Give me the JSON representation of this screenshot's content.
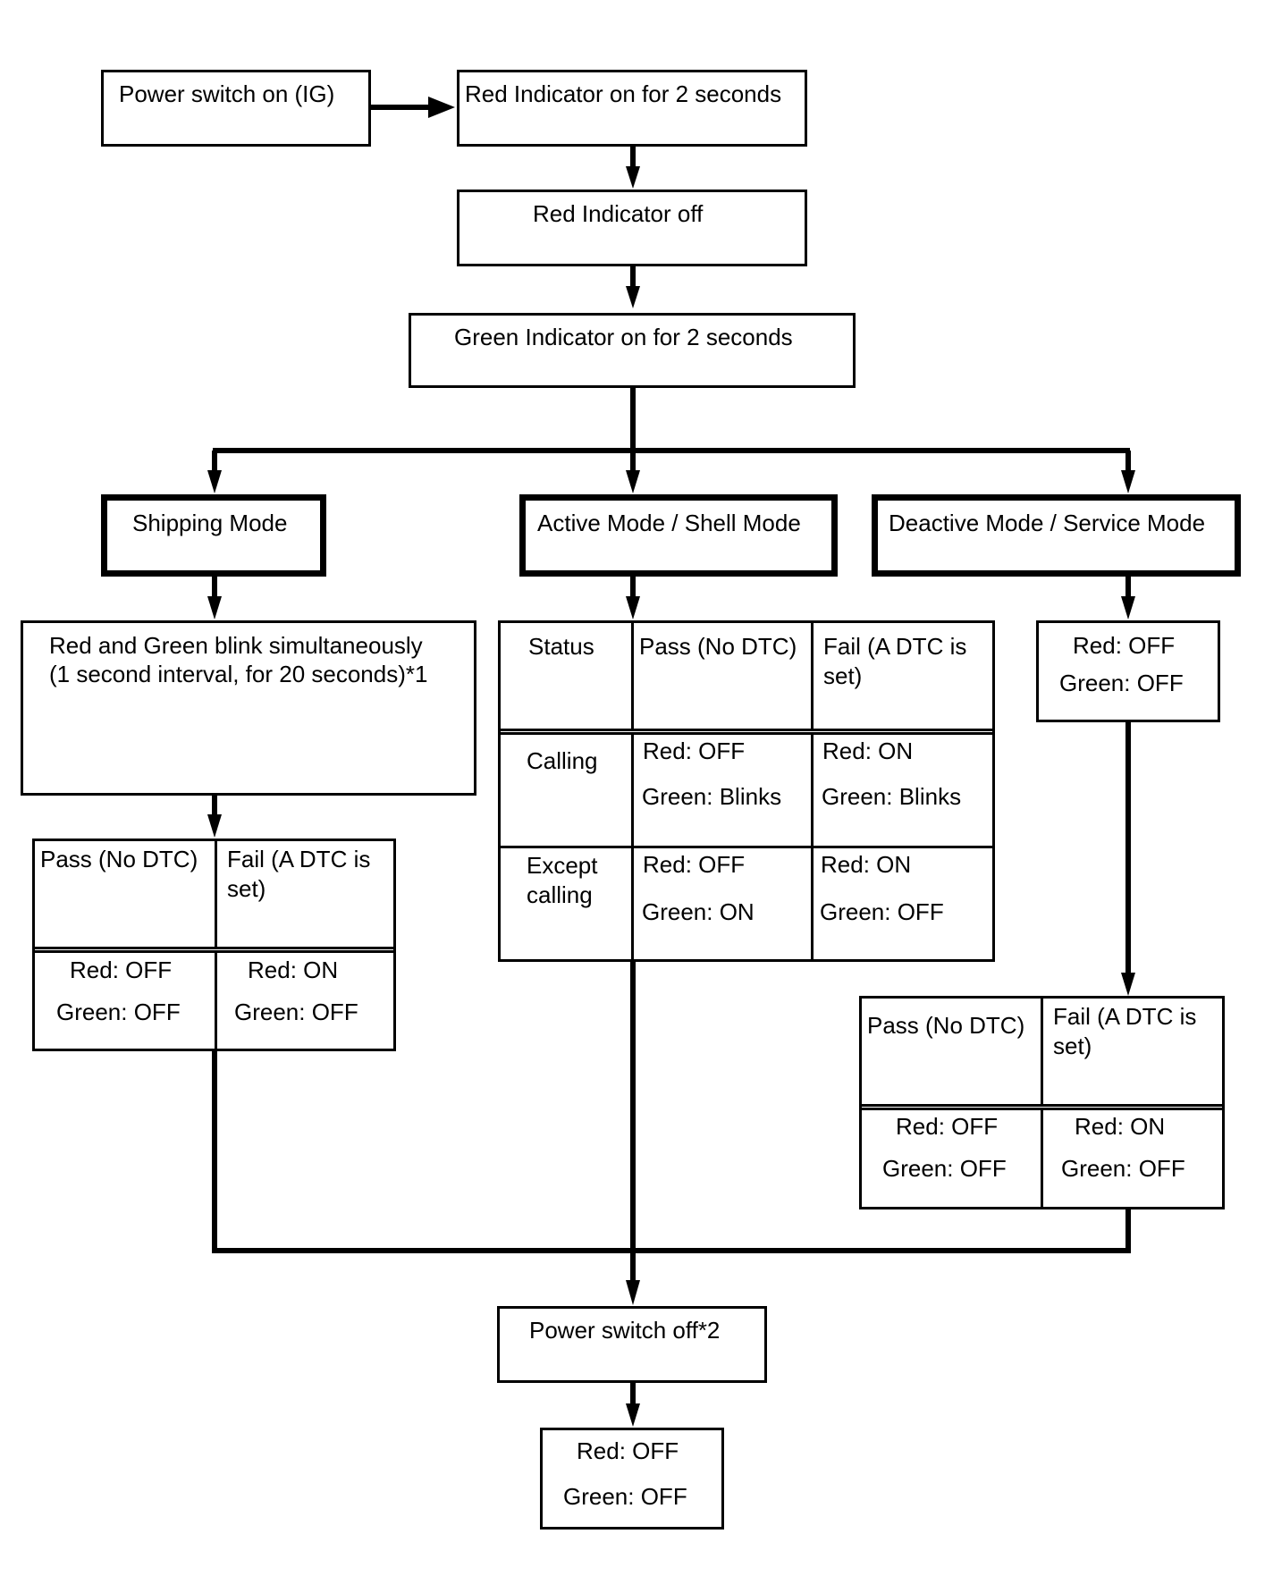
{
  "flow": {
    "power_on": "Power switch on (IG)",
    "red_on": "Red Indicator on for 2 seconds",
    "red_off": "Red Indicator off",
    "green_on": "Green Indicator on for 2 seconds"
  },
  "modes": {
    "shipping": "Shipping Mode",
    "active": "Active Mode / Shell Mode",
    "deactive": "Deactive Mode / Service Mode"
  },
  "shipping": {
    "blink_line1": "Red and Green blink simultaneously",
    "blink_line2": "(1 second interval, for 20 seconds)*1",
    "table": {
      "pass_header": "Pass (No DTC)",
      "fail_header": "Fail (A DTC is set)",
      "pass_red": "Red: OFF",
      "pass_green": "Green: OFF",
      "fail_red": "Red: ON",
      "fail_green": "Green: OFF"
    }
  },
  "active": {
    "table": {
      "status_header": "Status",
      "pass_header": "Pass (No DTC)",
      "fail_header": "Fail (A DTC is set)",
      "rows": [
        {
          "label": "Calling",
          "pass_red": "Red: OFF",
          "pass_green": "Green: Blinks",
          "fail_red": "Red: ON",
          "fail_green": "Green: Blinks"
        },
        {
          "label": "Except calling",
          "pass_red": "Red: OFF",
          "pass_green": "Green: ON",
          "fail_red": "Red: ON",
          "fail_green": "Green: OFF"
        }
      ]
    }
  },
  "deactive": {
    "initial_red": "Red: OFF",
    "initial_green": "Green: OFF",
    "table": {
      "pass_header": "Pass (No DTC)",
      "fail_header": "Fail (A DTC is set)",
      "pass_red": "Red: OFF",
      "pass_green": "Green: OFF",
      "fail_red": "Red: ON",
      "fail_green": "Green: OFF"
    }
  },
  "end": {
    "power_off": "Power switch off*2",
    "final_red": "Red: OFF",
    "final_green": "Green: OFF"
  }
}
